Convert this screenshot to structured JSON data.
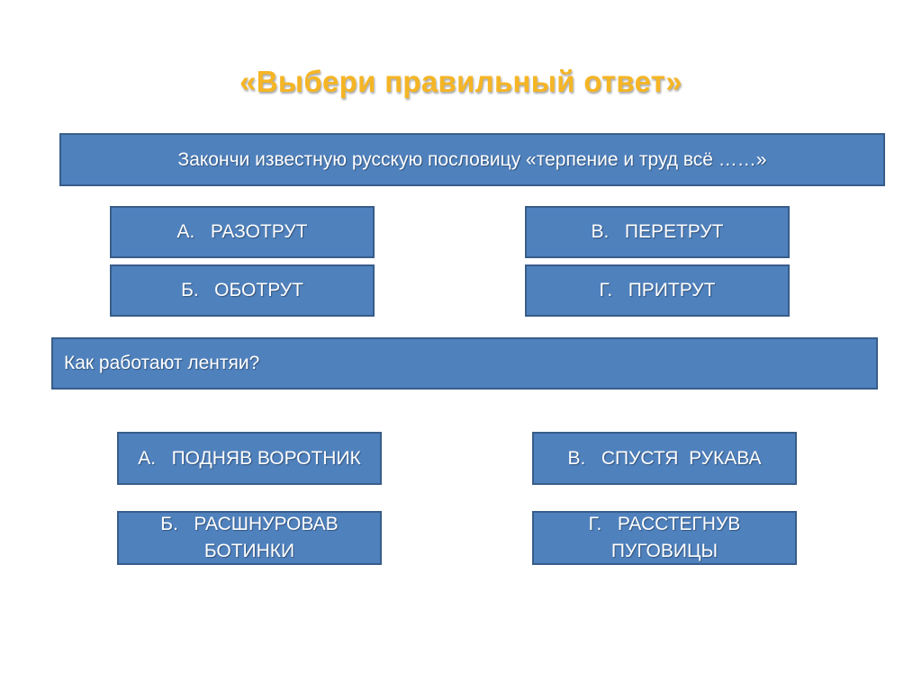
{
  "title": "«Выбери правильный ответ»",
  "question1": {
    "text": "Закончи известную русскую пословицу «терпение и труд всё ……»",
    "answers": [
      "А.   РАЗОТРУТ",
      "В.   ПЕРЕТРУТ",
      "Б.   ОБОТРУТ",
      "Г.   ПРИТРУТ"
    ]
  },
  "question2": {
    "text": "Как  работают лентяи?",
    "answers": [
      "А.   ПОДНЯВ ВОРОТНИК",
      "В.   СПУСТЯ  РУКАВА",
      "Б.   РАСШНУРОВАВ БОТИНКИ",
      "Г.   РАССТЕГНУВ ПУГОВИЦЫ"
    ]
  },
  "colors": {
    "title": "#f5b524",
    "box_fill": "#4f81bd",
    "box_border": "#385d8a",
    "text": "#ffffff",
    "background": "#ffffff"
  }
}
